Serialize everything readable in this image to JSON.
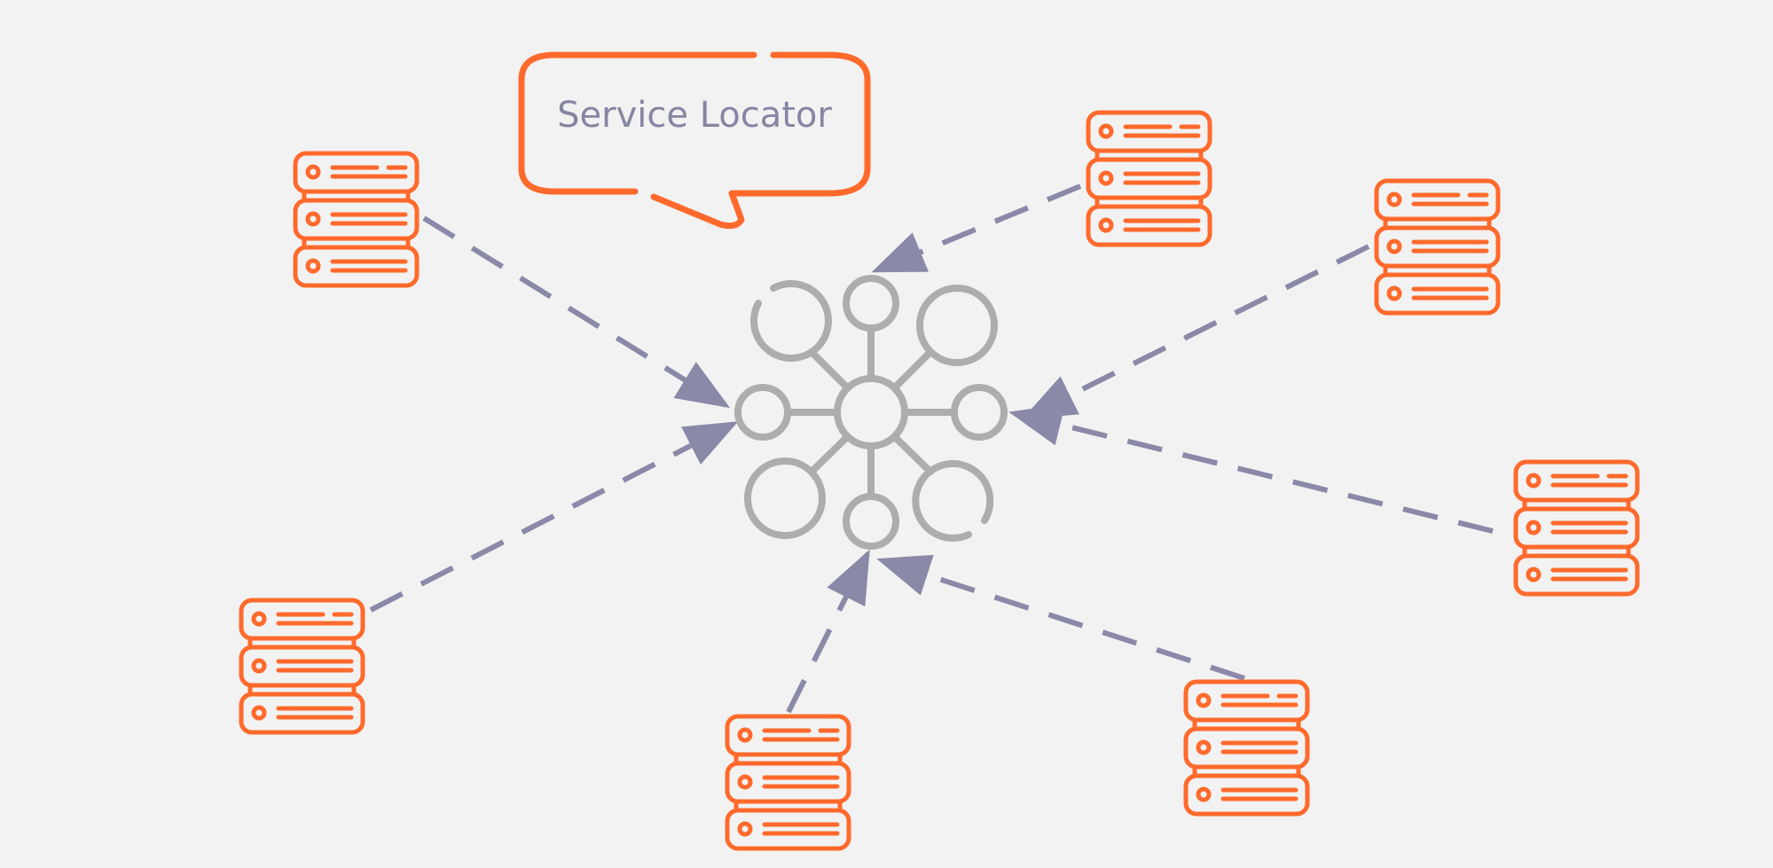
{
  "diagram": {
    "title": "Service Locator",
    "colors": {
      "server": "#ff6a2c",
      "hub": "#adadad",
      "arrow": "#8a89a8",
      "background": "#f2f2f2"
    },
    "nodes": {
      "hub": "service-locator-hub",
      "servers": [
        "server-1",
        "server-2",
        "server-3",
        "server-4",
        "server-5",
        "server-6",
        "server-7"
      ]
    }
  }
}
